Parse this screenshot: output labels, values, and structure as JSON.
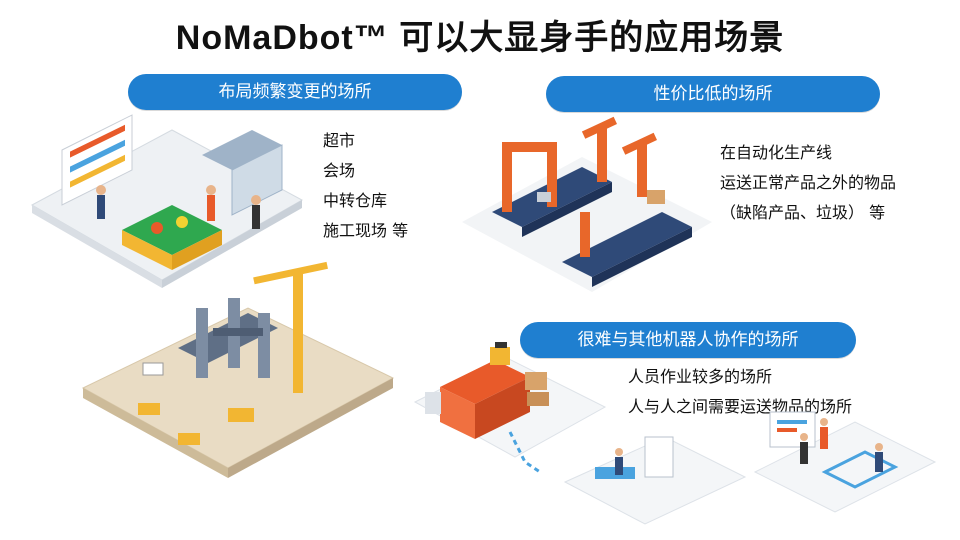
{
  "title": "NoMaDbot™ 可以大显身手的应用场景",
  "sections": [
    {
      "heading": "布局频繁变更的场所",
      "items": [
        "超市",
        "会场",
        "中转仓库",
        "施工现场 等"
      ]
    },
    {
      "heading": "性价比低的场所",
      "items": [
        "在自动化生产线",
        "运送正常产品之外的物品",
        "（缺陷产品、垃圾） 等"
      ]
    },
    {
      "heading": "很难与其他机器人协作的场所",
      "items": [
        "人员作业较多的场所",
        "人与人之间需要运送物品的场所"
      ]
    }
  ],
  "colors": {
    "pill": "#1f7fd0",
    "robot_orange": "#e8672a",
    "conveyor_navy": "#2f4a78",
    "crane_yellow": "#f2b632",
    "truck_orange": "#e85a2a"
  },
  "illustrations": [
    "supermarket-scene",
    "factory-robot-line-scene",
    "construction-site-scene",
    "logistics-office-scene"
  ]
}
